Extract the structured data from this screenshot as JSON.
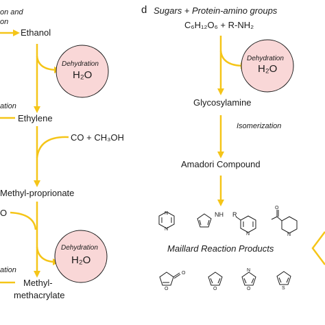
{
  "left_panel": {
    "top_partial_line1": "on and",
    "top_partial_line2": "on",
    "ethanol": "Ethanol",
    "dehydration_1": "Dehydration",
    "water_1": "H₂O",
    "cut_text_1": "ation",
    "ethylene": "Ethylene",
    "co_methanol": "CO + CH₃OH",
    "methyl_proprionate": "Methyl-proprionate",
    "cut_text_2": "O",
    "dehydration_2": "Dehydration",
    "water_2": "H₂O",
    "cut_text_3": "ation",
    "methyl_line1": "Methyl-",
    "methyl_line2": "methacrylate"
  },
  "right_panel": {
    "panel_letter": "d",
    "title": "Sugars + Protein-amino groups",
    "formula": "C₆H₁₂O₆ + R-NH₂",
    "dehydration": "Dehydration",
    "water": "H₂O",
    "glycosylamine": "Glycosylamine",
    "isomerization": "Isomerization",
    "amadori": "Amadori Compound",
    "products_label": "Maillard Reaction Products",
    "nh_label": "NH",
    "r_label": "R"
  },
  "colors": {
    "arrow": "#f5c518",
    "circle_fill": "#f9d7d7",
    "circle_stroke": "#1a1a1a",
    "text": "#1a1a1a"
  },
  "icons": [
    "pyrazine-icon",
    "pyrrole-icon",
    "alkylpyridine-icon",
    "acetylpyridine-icon",
    "furanone-icon",
    "furan-icon",
    "oxazole-icon",
    "thiophene-icon"
  ]
}
